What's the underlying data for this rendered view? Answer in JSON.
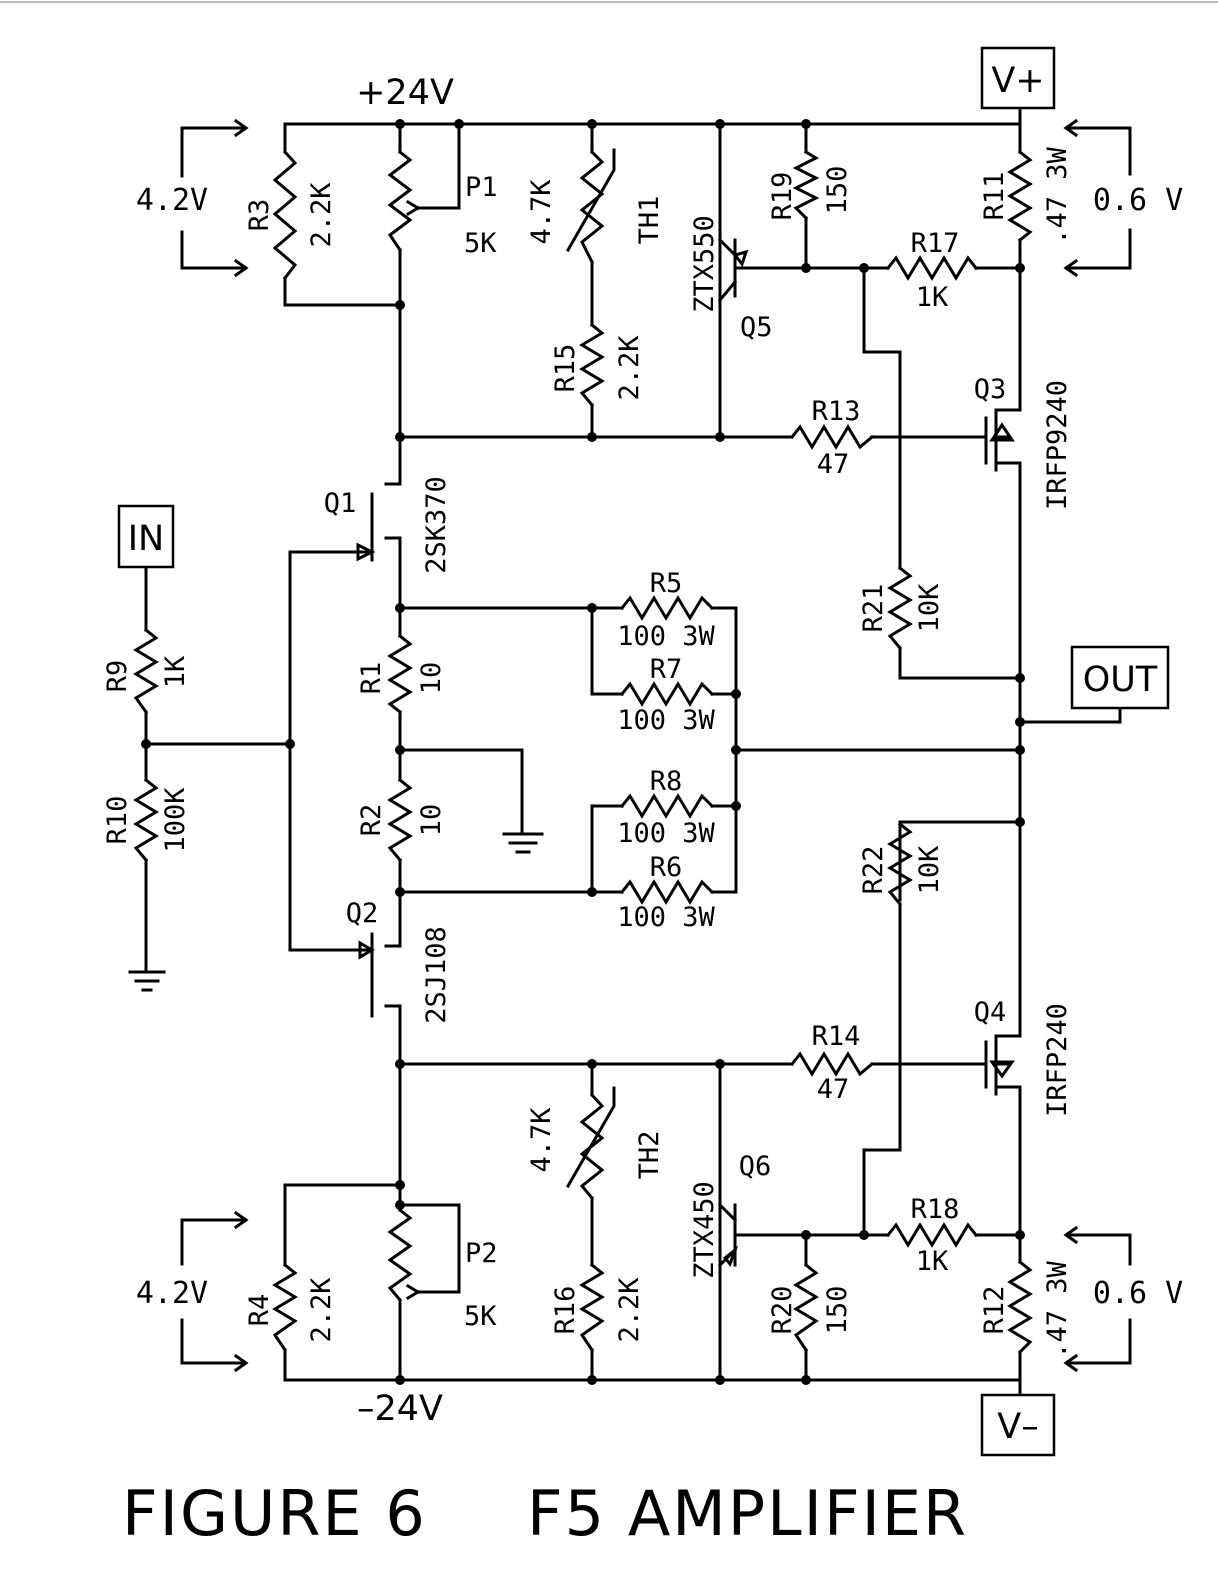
{
  "title": {
    "figure": "FIGURE 6",
    "name": "F5 AMPLIFIER"
  },
  "terminals": {
    "vplus": "V+",
    "vminus": "V–",
    "input": "IN",
    "output": "OUT"
  },
  "rails": {
    "pos": "+24V",
    "neg": "–24V"
  },
  "measurements": {
    "top_left": "4.2V",
    "bottom_left": "4.2V",
    "top_right": "0.6 V",
    "bottom_right": "0.6 V"
  },
  "resistors": {
    "R1": {
      "name": "R1",
      "value": "10"
    },
    "R2": {
      "name": "R2",
      "value": "10"
    },
    "R3": {
      "name": "R3",
      "value": "2.2K"
    },
    "R4": {
      "name": "R4",
      "value": "2.2K"
    },
    "R5": {
      "name": "R5",
      "value": "100 3W"
    },
    "R6": {
      "name": "R6",
      "value": "100 3W"
    },
    "R7": {
      "name": "R7",
      "value": "100 3W"
    },
    "R8": {
      "name": "R8",
      "value": "100 3W"
    },
    "R9": {
      "name": "R9",
      "value": "1K"
    },
    "R10": {
      "name": "R10",
      "value": "100K"
    },
    "R11": {
      "name": "R11",
      "value": ".47 3W"
    },
    "R12": {
      "name": "R12",
      "value": ".47 3W"
    },
    "R13": {
      "name": "R13",
      "value": "47"
    },
    "R14": {
      "name": "R14",
      "value": "47"
    },
    "R15": {
      "name": "R15",
      "value": "2.2K"
    },
    "R16": {
      "name": "R16",
      "value": "2.2K"
    },
    "R17": {
      "name": "R17",
      "value": "1K"
    },
    "R18": {
      "name": "R18",
      "value": "1K"
    },
    "R19": {
      "name": "R19",
      "value": "150"
    },
    "R20": {
      "name": "R20",
      "value": "150"
    },
    "R21": {
      "name": "R21",
      "value": "10K"
    },
    "R22": {
      "name": "R22",
      "value": "10K"
    }
  },
  "pots": {
    "P1": {
      "name": "P1",
      "value": "5K"
    },
    "P2": {
      "name": "P2",
      "value": "5K"
    }
  },
  "thermistors": {
    "TH1": {
      "name": "TH1",
      "value": "4.7K"
    },
    "TH2": {
      "name": "TH2",
      "value": "4.7K"
    }
  },
  "transistors": {
    "Q1": {
      "name": "Q1",
      "part": "2SK370"
    },
    "Q2": {
      "name": "Q2",
      "part": "2SJ108"
    },
    "Q3": {
      "name": "Q3",
      "part": "IRFP9240"
    },
    "Q4": {
      "name": "Q4",
      "part": "IRFP240"
    },
    "Q5": {
      "name": "Q5",
      "part": "ZTX550"
    },
    "Q6": {
      "name": "Q6",
      "part": "ZTX450"
    }
  }
}
